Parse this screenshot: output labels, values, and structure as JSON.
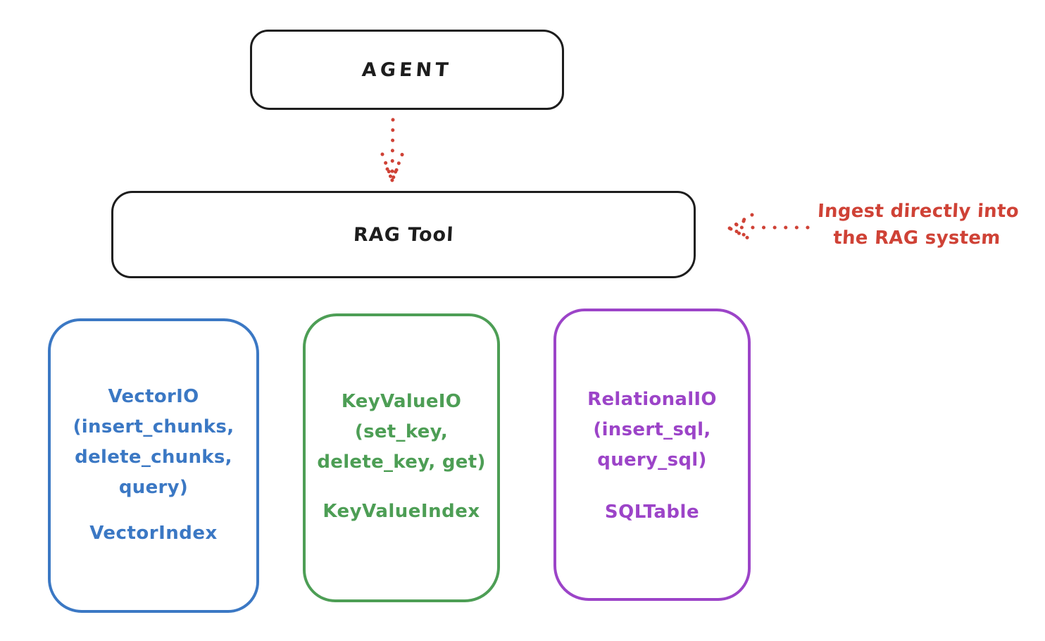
{
  "agent": {
    "label": "AGENT"
  },
  "rag_tool": {
    "label": "RAG Tool"
  },
  "annotation": {
    "text": "Ingest directly into\nthe RAG system"
  },
  "io_boxes": {
    "vector": {
      "io_text": "VectorIO\n(insert_chunks,\ndelete_chunks,\nquery)",
      "index_text": "VectorIndex",
      "color": "#3b78c4"
    },
    "keyvalue": {
      "io_text": "KeyValueIO\n(set_key,\ndelete_key, get)",
      "index_text": "KeyValueIndex",
      "color": "#4d9e55"
    },
    "relational": {
      "io_text": "RelationalIO\n(insert_sql,\nquery_sql)",
      "index_text": "SQLTable",
      "color": "#9c44c8"
    }
  },
  "colors": {
    "stroke": "#1d1d1d",
    "accent_red": "#cf4236",
    "blue": "#3b78c4",
    "green": "#4d9e55",
    "purple": "#9c44c8"
  }
}
